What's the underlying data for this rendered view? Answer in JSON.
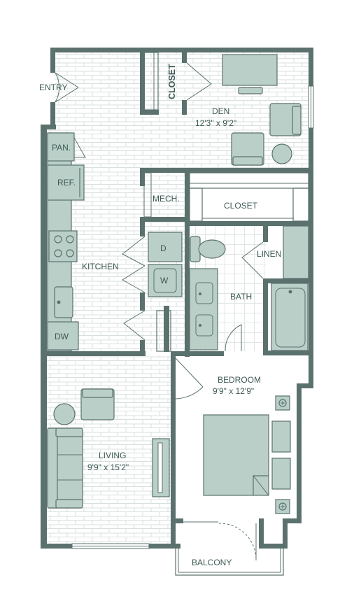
{
  "rooms": {
    "entry": "ENTRY",
    "closet_top": "CLOSET",
    "den": {
      "name": "DEN",
      "size": "12'3\" x 9'2\""
    },
    "pantry": "PAN.",
    "refrigerator": "REF.",
    "mech": "MECH.",
    "closet_mid": "CLOSET",
    "kitchen": "KITCHEN",
    "dryer": "D",
    "washer": "W",
    "linen": "LINEN",
    "bath": "BATH",
    "dishwasher": "DW",
    "bedroom": {
      "name": "BEDROOM",
      "size": "9'9\" x 12'9\""
    },
    "living": {
      "name": "LIVING",
      "size": "9'9\" x 15'2\""
    },
    "balcony": "BALCONY"
  },
  "colors": {
    "wall": "#5b716d",
    "furniture": "#b9cfc8",
    "text": "#3f5a56",
    "floor_lines": "#d7e0dd"
  }
}
